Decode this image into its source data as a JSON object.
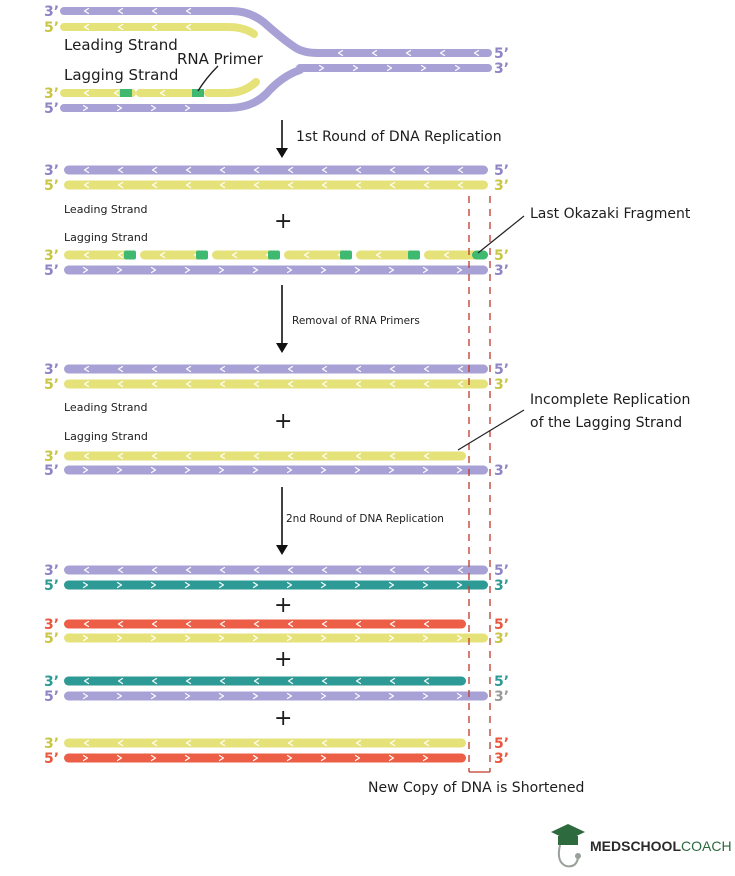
{
  "colors": {
    "purple": "#a8a1d6",
    "yellow": "#e6e27a",
    "green": "#3fb870",
    "teal": "#2e9a95",
    "red": "#ec5e45",
    "prime_purple": "#8f84c4",
    "prime_yellow": "#c9c645",
    "prime_teal": "#2e9a95",
    "prime_red": "#e9573f",
    "prime_gray": "#9a9a9a",
    "guide_red": "#c0392b",
    "logo_green": "#2d6a3e"
  },
  "primes": {
    "three": "3’",
    "five": "5’"
  },
  "labels": {
    "leading_strand": "Leading Strand",
    "lagging_strand": "Lagging Strand",
    "rna_primer": "RNA Primer",
    "step1": "1st Round of DNA Replication",
    "step2": "Removal of RNA Primers",
    "step3": "2nd Round of DNA Replication",
    "last_okazaki": "Last Okazaki Fragment",
    "incomplete_line1": "Incomplete Replication",
    "incomplete_line2": "of the Lagging Strand",
    "shortened": "New Copy of DNA is Shortened",
    "plus": "+"
  },
  "logo": {
    "brand_bold": "MEDSCHOOL",
    "brand_light": "COACH"
  }
}
